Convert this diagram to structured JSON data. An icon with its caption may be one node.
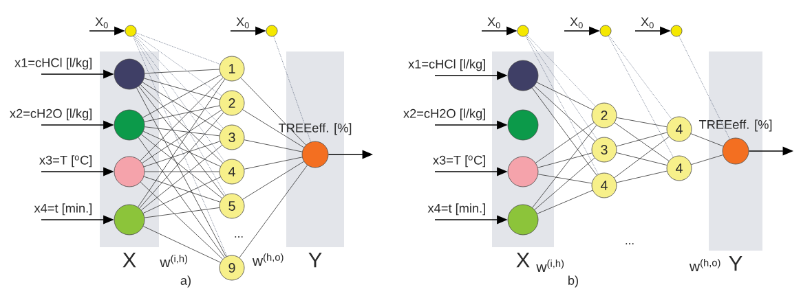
{
  "diagram": {
    "nodes": [
      {
        "text": [
          "X"
        ]
      },
      {
        "text": [],
        "shape": "circle",
        "in": 0
      },
      {
        "text": [],
        "shape": "circle",
        "in": 0
      },
      {
        "text": [],
        "shape": "circle",
        "in": 0
      },
      {
        "text": [],
        "shape": "circle",
        "in": 0
      },
      {
        "text": [],
        "shape": "circle"
      },
      {
        "text": [
          "1"
        ]
      },
      {
        "text": [
          "2"
        ]
      },
      {
        "text": [
          "3"
        ]
      },
      {
        "text": [
          "4"
        ]
      },
      {
        "text": [
          "5"
        ]
      },
      {
        "text": [
          "9"
        ]
      },
      {
        "text": [],
        "shape": "circle"
      },
      {
        "text": [
          "Y"
        ]
      },
      {
        "text": [],
        "shape": "circle",
        "in": 13,
        "beside": [
          "TREEeff. [%]"
        ]
      },
      {
        "text": [
          "X"
        ]
      },
      {
        "text": [],
        "shape": "circle",
        "in": 15
      },
      {
        "text": [],
        "shape": "circle",
        "in": 15
      },
      {
        "text": [],
        "shape": "circle",
        "in": 15
      },
      {
        "text": [],
        "shape": "circle",
        "in": 15
      },
      {
        "text": [],
        "shape": "circle"
      },
      {
        "text": [
          "2"
        ]
      },
      {
        "text": [
          "3"
        ]
      },
      {
        "text": [
          "4"
        ]
      },
      {
        "text": [],
        "shape": "circle"
      },
      {
        "text": [
          "4"
        ]
      },
      {
        "text": [
          "4"
        ]
      },
      {
        "text": [],
        "shape": "circle"
      },
      {
        "text": [
          "Y"
        ]
      },
      {
        "text": [],
        "shape": "circle",
        "in": 28,
        "beside": [
          "TREEeff. [%]"
        ]
      }
    ],
    "edges": [
      {
        "from": null,
        "to": 1,
        "arrow": "to",
        "label": "x1=cHCl [l/kg]"
      },
      {
        "from": null,
        "to": 2,
        "arrow": "to",
        "label": "x2=cH2O [l/kg]"
      },
      {
        "from": null,
        "to": 3,
        "arrow": "to",
        "label": "x3=T [$^{o}$C]"
      },
      {
        "from": null,
        "to": 4,
        "arrow": "to",
        "label": "x4=t [min.]"
      },
      {
        "from": null,
        "to": 5,
        "arrow": "to",
        "label": "X$_{0}$"
      },
      {
        "from": 1,
        "to": 6,
        "arrow": "none"
      },
      {
        "from": 1,
        "to": 7,
        "arrow": "none"
      },
      {
        "from": 1,
        "to": 8,
        "arrow": "none"
      },
      {
        "from": 1,
        "to": 9,
        "arrow": "none"
      },
      {
        "from": 1,
        "to": 10,
        "arrow": "none"
      },
      {
        "from": 1,
        "to": 11,
        "arrow": "none"
      },
      {
        "from": 2,
        "to": 6,
        "arrow": "none"
      },
      {
        "from": 2,
        "to": 7,
        "arrow": "none"
      },
      {
        "from": 2,
        "to": 8,
        "arrow": "none"
      },
      {
        "from": 2,
        "to": 9,
        "arrow": "none"
      },
      {
        "from": 2,
        "to": 10,
        "arrow": "none"
      },
      {
        "from": 2,
        "to": 11,
        "arrow": "none"
      },
      {
        "from": 3,
        "to": 6,
        "arrow": "none"
      },
      {
        "from": 3,
        "to": 7,
        "arrow": "none"
      },
      {
        "from": 3,
        "to": 8,
        "arrow": "none"
      },
      {
        "from": 3,
        "to": 9,
        "arrow": "none"
      },
      {
        "from": 3,
        "to": 10,
        "arrow": "none"
      },
      {
        "from": 3,
        "to": 11,
        "arrow": "none"
      },
      {
        "from": 4,
        "to": 6,
        "arrow": "none"
      },
      {
        "from": 4,
        "to": 7,
        "arrow": "none"
      },
      {
        "from": 4,
        "to": 8,
        "arrow": "none"
      },
      {
        "from": 4,
        "to": 9,
        "arrow": "none"
      },
      {
        "from": 4,
        "to": 10,
        "arrow": "none"
      },
      {
        "from": 4,
        "to": 11,
        "arrow": "none"
      },
      {
        "from": 5,
        "to": 6,
        "arrow": "none",
        "style": "dashed"
      },
      {
        "from": 5,
        "to": 7,
        "arrow": "none",
        "style": "dashed"
      },
      {
        "from": 5,
        "to": 8,
        "arrow": "none",
        "style": "dashed"
      },
      {
        "from": 5,
        "to": 9,
        "arrow": "none",
        "style": "dashed"
      },
      {
        "from": 5,
        "to": 10,
        "arrow": "none",
        "style": "dashed"
      },
      {
        "from": 5,
        "to": 11,
        "arrow": "none",
        "style": "dashed"
      },
      {
        "from": 6,
        "to": 14,
        "arrow": "none"
      },
      {
        "from": 7,
        "to": 14,
        "arrow": "none"
      },
      {
        "from": 8,
        "to": 14,
        "arrow": "none"
      },
      {
        "from": 9,
        "to": 14,
        "arrow": "none"
      },
      {
        "from": 10,
        "to": 14,
        "arrow": "none"
      },
      {
        "from": 11,
        "to": 14,
        "arrow": "none"
      },
      {
        "from": null,
        "to": 12,
        "arrow": "to",
        "label": "X$_{0}$"
      },
      {
        "from": 12,
        "to": 14,
        "arrow": "none",
        "style": "dashed"
      },
      {
        "from": 14,
        "to": null,
        "arrow": "to"
      },
      {
        "from": null,
        "to": 16,
        "arrow": "to",
        "label": "x1=cHCl [l/kg]"
      },
      {
        "from": null,
        "to": 17,
        "arrow": "to",
        "label": "x2=cH2O [l/kg]"
      },
      {
        "from": null,
        "to": 18,
        "arrow": "to",
        "label": "x3=T [$^{o}$C]"
      },
      {
        "from": null,
        "to": 19,
        "arrow": "to",
        "label": "x4=t [min.]"
      },
      {
        "from": null,
        "to": 20,
        "arrow": "to",
        "label": "X$_{0}$"
      },
      {
        "from": 16,
        "to": 21,
        "arrow": "none"
      },
      {
        "from": 16,
        "to": 22,
        "arrow": "none"
      },
      {
        "from": 16,
        "to": 23,
        "arrow": "none"
      },
      {
        "from": 18,
        "to": 21,
        "arrow": "none"
      },
      {
        "from": 18,
        "to": 22,
        "arrow": "none"
      },
      {
        "from": 18,
        "to": 23,
        "arrow": "none"
      },
      {
        "from": 19,
        "to": 21,
        "arrow": "none"
      },
      {
        "from": 19,
        "to": 22,
        "arrow": "none"
      },
      {
        "from": 19,
        "to": 23,
        "arrow": "none"
      },
      {
        "from": 20,
        "to": 21,
        "arrow": "none",
        "style": "dashed"
      },
      {
        "from": 20,
        "to": 22,
        "arrow": "none",
        "style": "dashed"
      },
      {
        "from": 20,
        "to": 23,
        "arrow": "none",
        "style": "dashed"
      },
      {
        "from": null,
        "to": 24,
        "arrow": "to",
        "label": "X$_{0}$"
      },
      {
        "from": 21,
        "to": 25,
        "arrow": "none"
      },
      {
        "from": 21,
        "to": 26,
        "arrow": "none"
      },
      {
        "from": 22,
        "to": 25,
        "arrow": "none"
      },
      {
        "from": 22,
        "to": 26,
        "arrow": "none"
      },
      {
        "from": 23,
        "to": 25,
        "arrow": "none"
      },
      {
        "from": 23,
        "to": 26,
        "arrow": "none"
      },
      {
        "from": 24,
        "to": 25,
        "arrow": "none",
        "style": "dashed"
      },
      {
        "from": 24,
        "to": 26,
        "arrow": "none",
        "style": "dashed"
      },
      {
        "from": null,
        "to": 27,
        "arrow": "to",
        "label": "X$_{0}$"
      },
      {
        "from": 25,
        "to": 29,
        "arrow": "none"
      },
      {
        "from": 26,
        "to": 29,
        "arrow": "none"
      },
      {
        "from": 27,
        "to": 29,
        "arrow": "none",
        "style": "dashed"
      },
      {
        "from": 29,
        "to": null,
        "arrow": "to"
      }
    ],
    "labels": [
      "w$^{(i,h)}$",
      "...",
      "w$^{(h,o)}$",
      "a)",
      "w$^{(i,h)}$",
      "...",
      "w$^{(h,o)}$",
      "b)"
    ]
  }
}
